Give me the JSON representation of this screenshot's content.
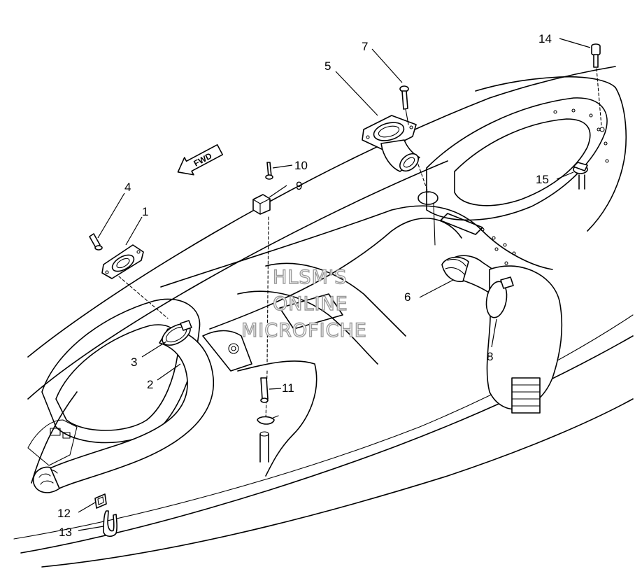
{
  "diagram": {
    "fwd_label": "FWD",
    "watermark": [
      "HLSM'S",
      "ONLINE",
      "MICROFICHE"
    ],
    "callouts": [
      "1",
      "2",
      "3",
      "4",
      "5",
      "6",
      "7",
      "8",
      "9",
      "10",
      "11",
      "12",
      "13",
      "14",
      "15"
    ]
  }
}
